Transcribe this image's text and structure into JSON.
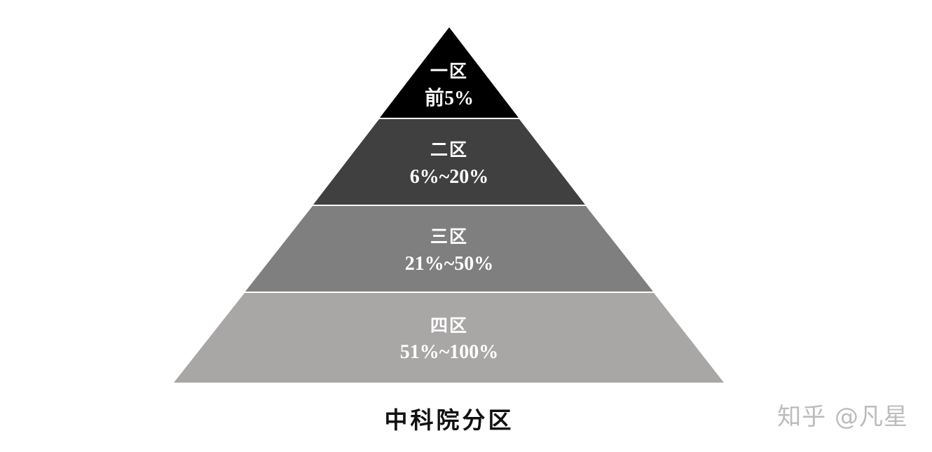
{
  "diagram": {
    "type": "pyramid",
    "caption": "中科院分区",
    "tiers": [
      {
        "title": "一区",
        "range": "前5%",
        "color": "#000000"
      },
      {
        "title": "二区",
        "range": "6%~20%",
        "color": "#404040"
      },
      {
        "title": "三区",
        "range": "21%~50%",
        "color": "#7f7f7f"
      },
      {
        "title": "四区",
        "range": "51%~100%",
        "color": "#a9a6a6"
      }
    ]
  },
  "watermark": {
    "text": "知乎 @凡星"
  }
}
